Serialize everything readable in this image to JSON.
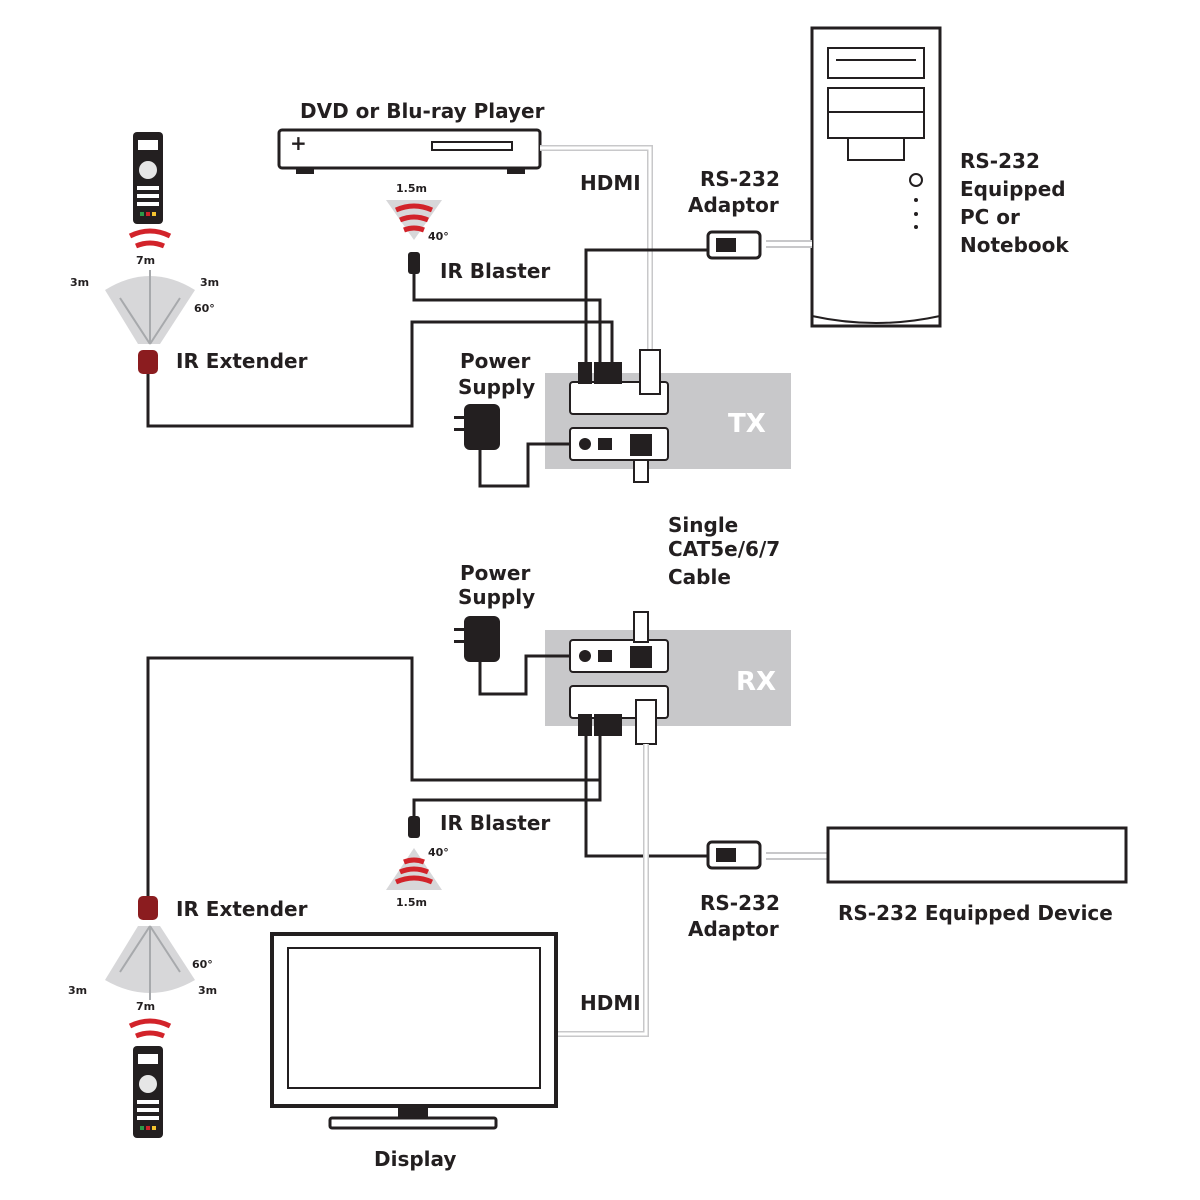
{
  "labels": {
    "dvd": "DVD or Blu-ray Player",
    "hdmi_top": "HDMI",
    "hdmi_bottom": "HDMI",
    "rs232_adaptor_top": [
      "RS-232",
      "Adaptor"
    ],
    "rs232_adaptor_bottom": [
      "RS-232",
      "Adaptor"
    ],
    "pc": [
      "RS-232",
      "Equipped",
      "PC or",
      "Notebook"
    ],
    "ir_blaster_top": "IR Blaster",
    "ir_blaster_bottom": "IR Blaster",
    "ir_extender_top": "IR Extender",
    "ir_extender_bottom": "IR Extender",
    "power_top": [
      "Power",
      "Supply"
    ],
    "power_bottom": [
      "Power",
      "Supply"
    ],
    "tx": "TX",
    "rx": "RX",
    "cable": [
      "Single",
      "CAT5e/6/7",
      "Cable"
    ],
    "device": "RS-232 Equipped Device",
    "display": "Display"
  },
  "specs": {
    "blaster_range_top": "1.5m",
    "blaster_angle_top": "40°",
    "blaster_range_bottom": "1.5m",
    "blaster_angle_bottom": "40°",
    "ext_top_center": "7m",
    "ext_top_left": "3m",
    "ext_top_right": "3m",
    "ext_top_angle": "60°",
    "ext_bottom_center": "7m",
    "ext_bottom_left": "3m",
    "ext_bottom_right": "3m",
    "ext_bottom_angle": "60°"
  },
  "colors": {
    "ink": "#231f20",
    "box": "#c8c8ca",
    "ir_red": "#d2232a",
    "extender": "#8b1c1f",
    "fan": "#d7d7d9"
  }
}
